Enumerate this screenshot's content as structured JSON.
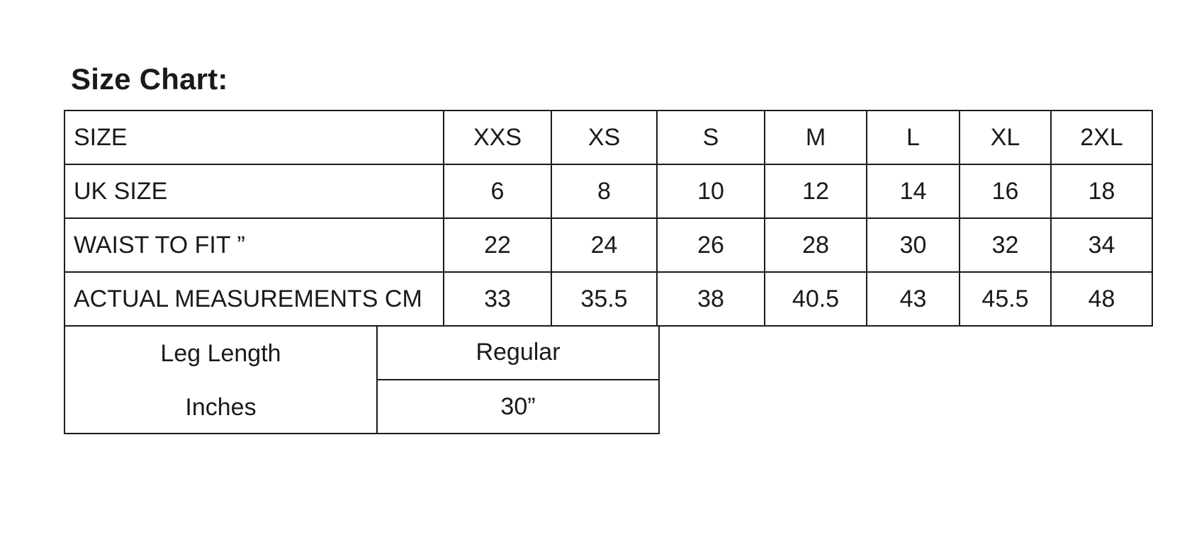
{
  "title": "Size Chart:",
  "size_table": {
    "rows": [
      {
        "label": "SIZE",
        "values": [
          "XXS",
          "XS",
          "S",
          "M",
          "L",
          "XL",
          "2XL"
        ]
      },
      {
        "label": "UK SIZE",
        "values": [
          "6",
          "8",
          "10",
          "12",
          "14",
          "16",
          "18"
        ]
      },
      {
        "label": "WAIST TO FIT ”",
        "values": [
          "22",
          "24",
          "26",
          "28",
          "30",
          "32",
          "34"
        ]
      },
      {
        "label": "ACTUAL MEASUREMENTS CM",
        "values": [
          "33",
          "35.5",
          "38",
          "40.5",
          "43",
          "45.5",
          "48"
        ]
      }
    ]
  },
  "leg_table": {
    "label_line1": "Leg Length",
    "label_line2": "Inches",
    "type": "Regular",
    "length": "30”"
  }
}
